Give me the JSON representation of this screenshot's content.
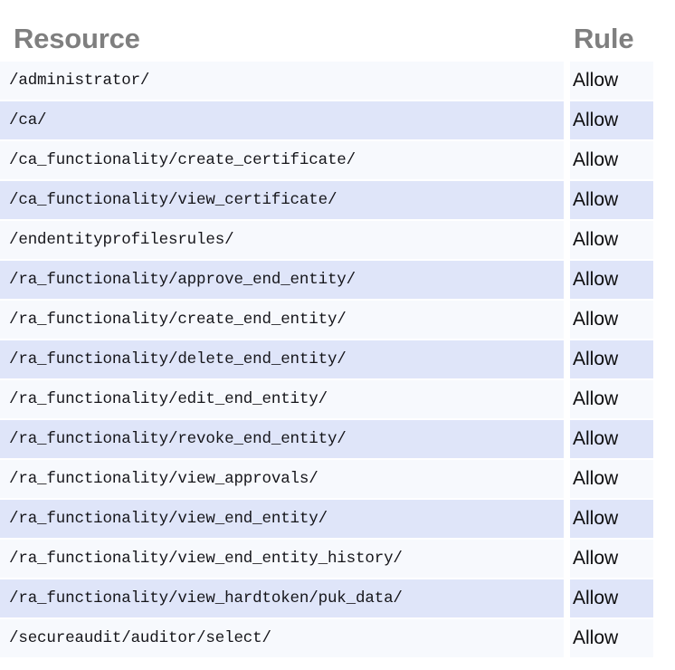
{
  "table": {
    "columns": [
      {
        "key": "resource",
        "label": "Resource"
      },
      {
        "key": "rule",
        "label": "Rule"
      }
    ],
    "rows": [
      {
        "resource": "/administrator/",
        "rule": "Allow"
      },
      {
        "resource": "/ca/",
        "rule": "Allow"
      },
      {
        "resource": "/ca_functionality/create_certificate/",
        "rule": "Allow"
      },
      {
        "resource": "/ca_functionality/view_certificate/",
        "rule": "Allow"
      },
      {
        "resource": "/endentityprofilesrules/",
        "rule": "Allow"
      },
      {
        "resource": "/ra_functionality/approve_end_entity/",
        "rule": "Allow"
      },
      {
        "resource": "/ra_functionality/create_end_entity/",
        "rule": "Allow"
      },
      {
        "resource": "/ra_functionality/delete_end_entity/",
        "rule": "Allow"
      },
      {
        "resource": "/ra_functionality/edit_end_entity/",
        "rule": "Allow"
      },
      {
        "resource": "/ra_functionality/revoke_end_entity/",
        "rule": "Allow"
      },
      {
        "resource": "/ra_functionality/view_approvals/",
        "rule": "Allow"
      },
      {
        "resource": "/ra_functionality/view_end_entity/",
        "rule": "Allow"
      },
      {
        "resource": "/ra_functionality/view_end_entity_history/",
        "rule": "Allow"
      },
      {
        "resource": "/ra_functionality/view_hardtoken/puk_data/",
        "rule": "Allow"
      },
      {
        "resource": "/secureaudit/auditor/select/",
        "rule": "Allow"
      }
    ]
  },
  "colors": {
    "page_background": "#ffffff",
    "header_text": "#7f7f7f",
    "row_light": "#f7f9fd",
    "row_blue": "#dfe5f9",
    "body_text": "#15151a"
  }
}
